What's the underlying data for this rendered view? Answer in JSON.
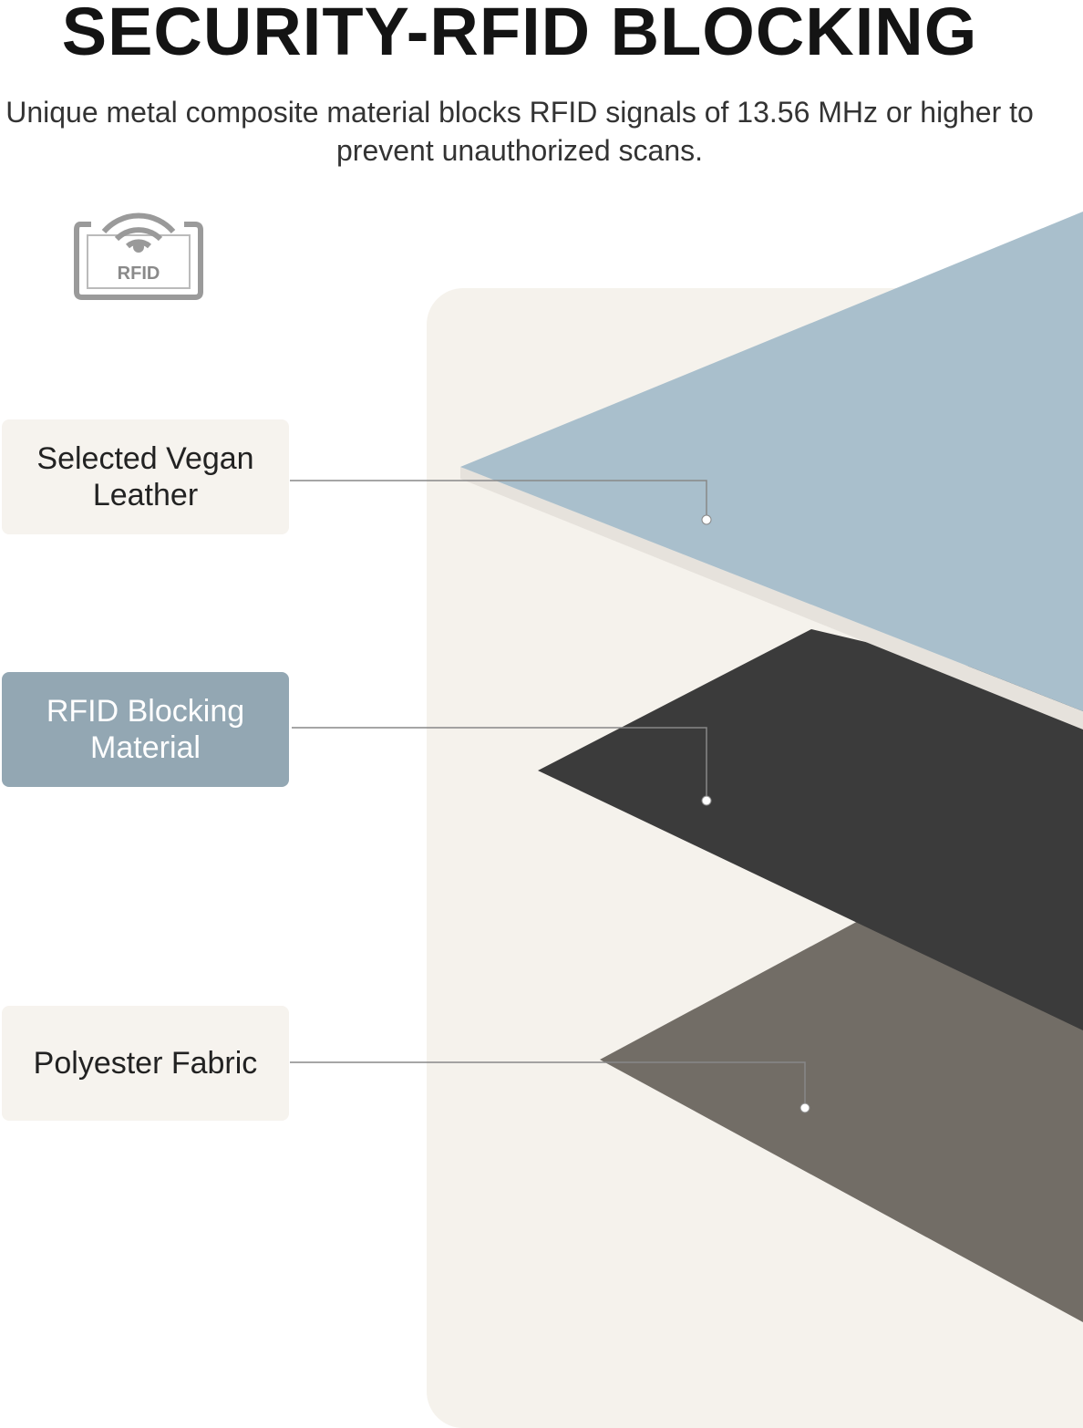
{
  "header": {
    "title": "SECURITY-RFID BLOCKING",
    "subtitle": "Unique metal composite material blocks RFID signals of 13.56 MHz or higher to prevent unauthorized scans."
  },
  "badge": {
    "icon": "rfid-wifi-card-icon",
    "text": "RFID"
  },
  "layers": [
    {
      "label": "Selected Vegan Leather",
      "color": "#a9bfcc"
    },
    {
      "label": "RFID Blocking Material",
      "color": "#3a3a3a",
      "active": true
    },
    {
      "label": "Polyester Fabric",
      "color": "#6f6a64"
    }
  ],
  "colors": {
    "accent": "#93a7b3",
    "panel": "#f5f2ec"
  }
}
